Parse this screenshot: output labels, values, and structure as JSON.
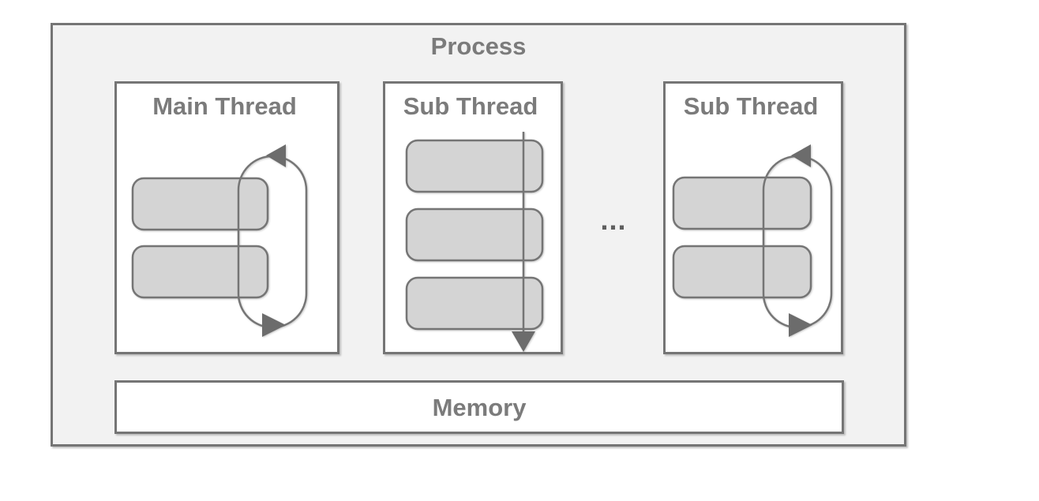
{
  "process": {
    "label": "Process"
  },
  "threads": [
    {
      "label": "Main Thread",
      "type": "event-loop",
      "task_count": 2
    },
    {
      "label": "Sub Thread",
      "type": "run-to-completion",
      "task_count": 3
    },
    {
      "label": "Sub Thread",
      "type": "event-loop",
      "task_count": 2
    }
  ],
  "ellipsis": "...",
  "memory": {
    "label": "Memory"
  },
  "colors": {
    "process_fill": "#f2f2f2",
    "panel_fill": "#ffffff",
    "task_fill": "#d4d4d4",
    "stroke": "#757575",
    "arrow": "#6c6c6c",
    "text": "#7b7b7b",
    "dots": "#5f5f5f",
    "page_bg": "#ffffff"
  }
}
